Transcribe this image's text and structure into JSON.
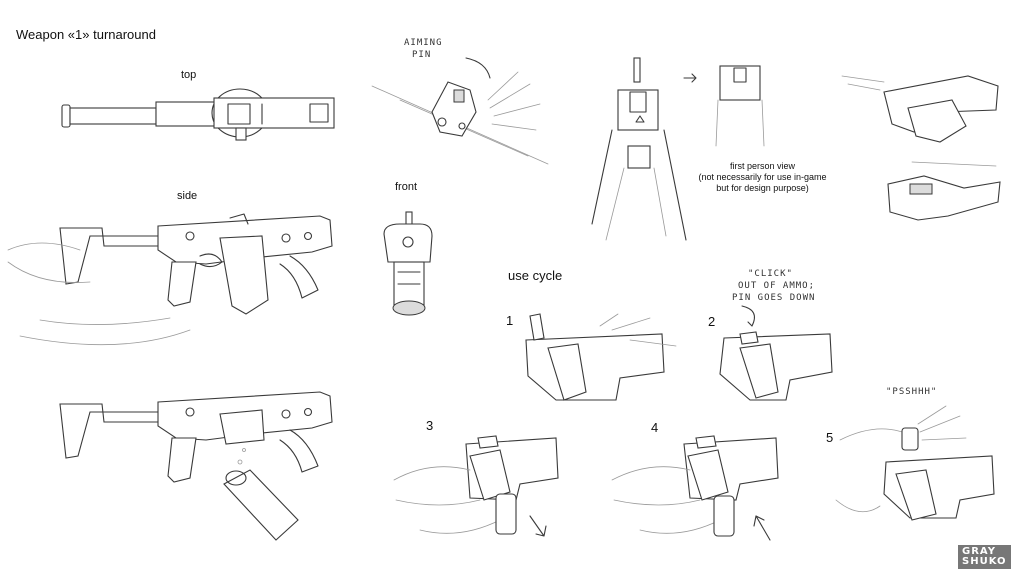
{
  "title": "Weapon «1» turnaround",
  "views": {
    "top": "top",
    "side": "side",
    "front": "front"
  },
  "first_person": {
    "line1": "first person view",
    "line2": "(not necessarily for use in-game",
    "line3": "but for design purpose)"
  },
  "use_cycle": {
    "heading": "use cycle",
    "steps": [
      "1",
      "2",
      "3",
      "4",
      "5"
    ]
  },
  "notes": {
    "aiming_pin_1": "AIMING",
    "aiming_pin_2": "PIN",
    "click": "\"CLICK\"",
    "out_of_ammo": "OUT OF AMMO;",
    "pin_goes_down": "PIN GOES DOWN",
    "psshhh": "\"PSSHHH\""
  },
  "logo": {
    "line1": "GRAY",
    "line2": "SHUKO"
  }
}
